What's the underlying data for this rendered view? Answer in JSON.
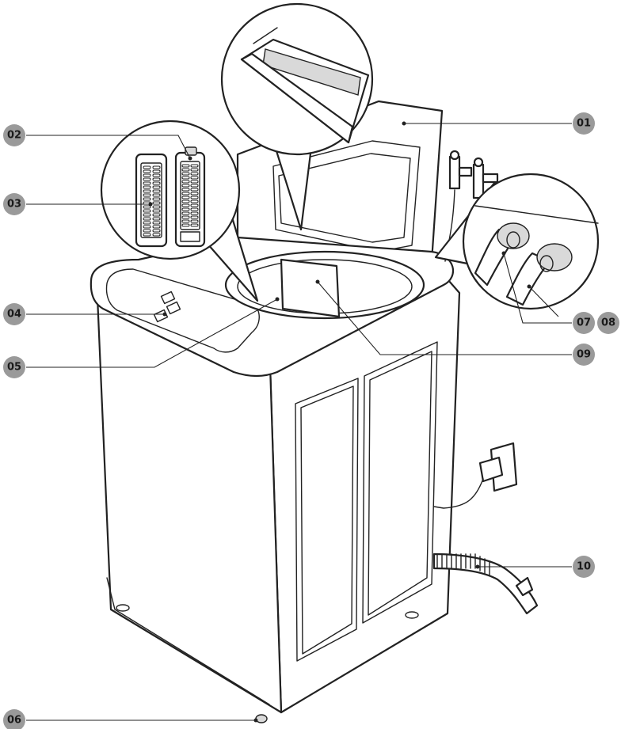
{
  "callouts": [
    {
      "id": "c01",
      "label": "01"
    },
    {
      "id": "c02",
      "label": "02"
    },
    {
      "id": "c03",
      "label": "03"
    },
    {
      "id": "c04",
      "label": "04"
    },
    {
      "id": "c05",
      "label": "05"
    },
    {
      "id": "c06",
      "label": "06"
    },
    {
      "id": "c07",
      "label": "07"
    },
    {
      "id": "c08",
      "label": "08"
    },
    {
      "id": "c09",
      "label": "09"
    },
    {
      "id": "c10",
      "label": "10"
    }
  ],
  "colors": {
    "badge": "#9a9a9a",
    "line": "#222222",
    "background": "#ffffff"
  }
}
